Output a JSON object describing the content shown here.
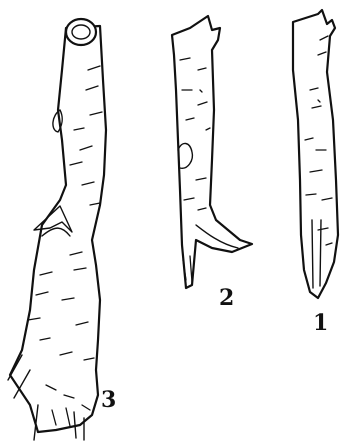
{
  "figure": {
    "labels": {
      "fig1": "1",
      "fig2": "2",
      "fig3": "3"
    }
  }
}
